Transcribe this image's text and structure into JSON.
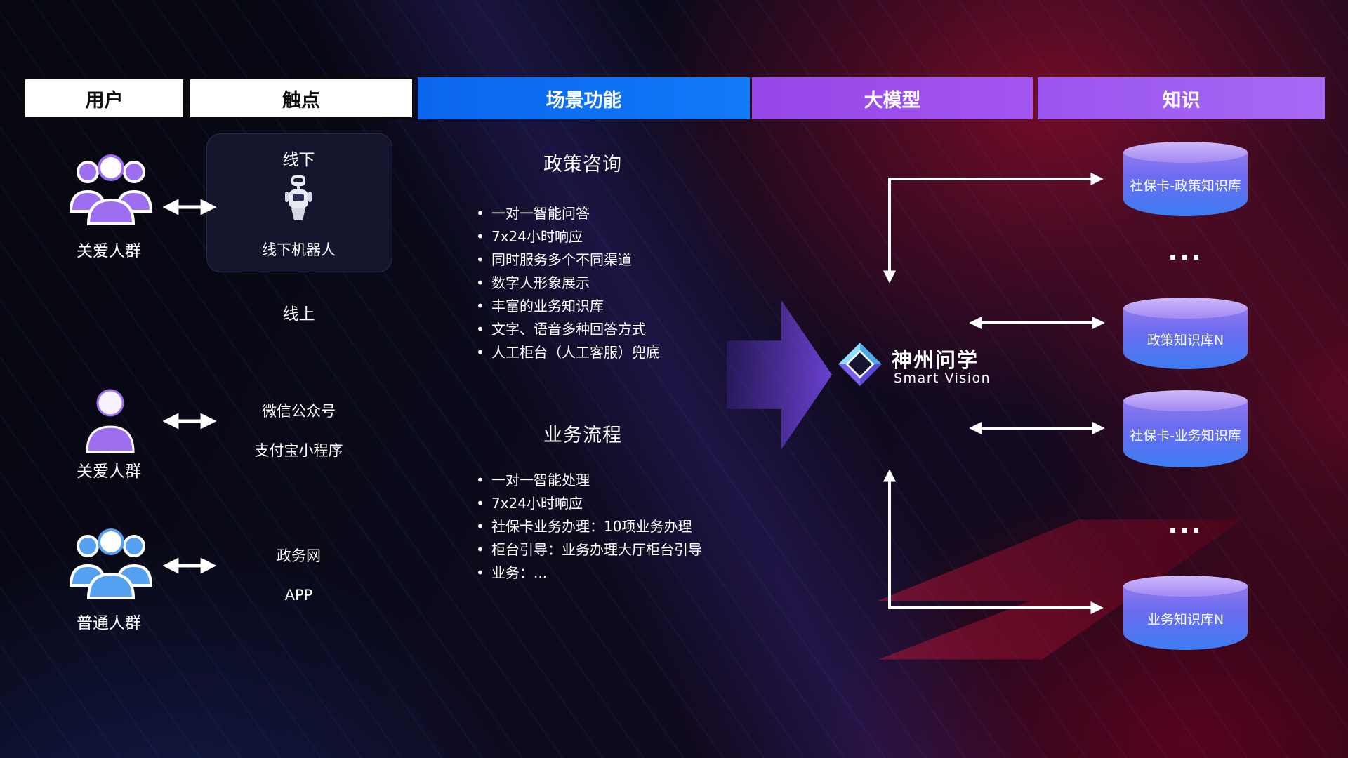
{
  "header": {
    "columns": [
      {
        "label": "用户"
      },
      {
        "label": "触点"
      },
      {
        "label": "场景功能"
      },
      {
        "label": "大模型"
      },
      {
        "label": "知识"
      }
    ]
  },
  "users": [
    {
      "label": "关爱人群",
      "icon": "people-group-icon",
      "color": "#9d6ef0"
    },
    {
      "label": "关爱人群",
      "icon": "person-icon",
      "color": "#9d6ef0"
    },
    {
      "label": "普通人群",
      "icon": "people-group-icon",
      "color": "#56a0f2"
    }
  ],
  "touchpoints": {
    "offline_box": {
      "title": "线下",
      "robot_label": "线下机器人",
      "icon": "robot-icon"
    },
    "online_label": "线上",
    "channels": [
      "微信公众号",
      "支付宝小程序",
      "政务网",
      "APP"
    ]
  },
  "functions": {
    "sections": [
      {
        "title": "政策咨询",
        "bullets": [
          "一对一智能问答",
          "7x24小时响应",
          "同时服务多个不同渠道",
          "数字人形象展示",
          "丰富的业务知识库",
          "文字、语音多种回答方式",
          "人工柜台（人工客服）兜底"
        ]
      },
      {
        "title": "业务流程",
        "bullets": [
          "一对一智能处理",
          "7x24小时响应",
          "社保卡业务办理：10项业务办理",
          "柜台引导：业务办理大厅柜台引导",
          "业务：..."
        ]
      }
    ]
  },
  "model": {
    "name": "神州问学",
    "subtitle": "Smart Vision",
    "icon": "diamond-logo-icon"
  },
  "knowledge": {
    "items": [
      {
        "type": "db",
        "label": "社保卡-政策知识库"
      },
      {
        "type": "ellipsis",
        "label": "..."
      },
      {
        "type": "db",
        "label": "政策知识库N"
      },
      {
        "type": "db",
        "label": "社保卡-业务知识库"
      },
      {
        "type": "ellipsis",
        "label": "..."
      },
      {
        "type": "db",
        "label": "业务知识库N"
      }
    ]
  },
  "icons": {
    "double_arrow": "double-arrow-icon",
    "flow_arrow": "flow-arrow-icon"
  },
  "colors": {
    "header_blue": "#0d6ef3",
    "header_purple": "#9c4ded",
    "people_purple": "#9d6ef0",
    "people_blue": "#56a0f2",
    "cylinder_top": "#b39af5",
    "cylinder_body_top": "#8f7bef",
    "cylinder_body_bottom": "#3c7cf2",
    "arrow": "#ffffff",
    "background_red_glow": "#c30c2d"
  }
}
